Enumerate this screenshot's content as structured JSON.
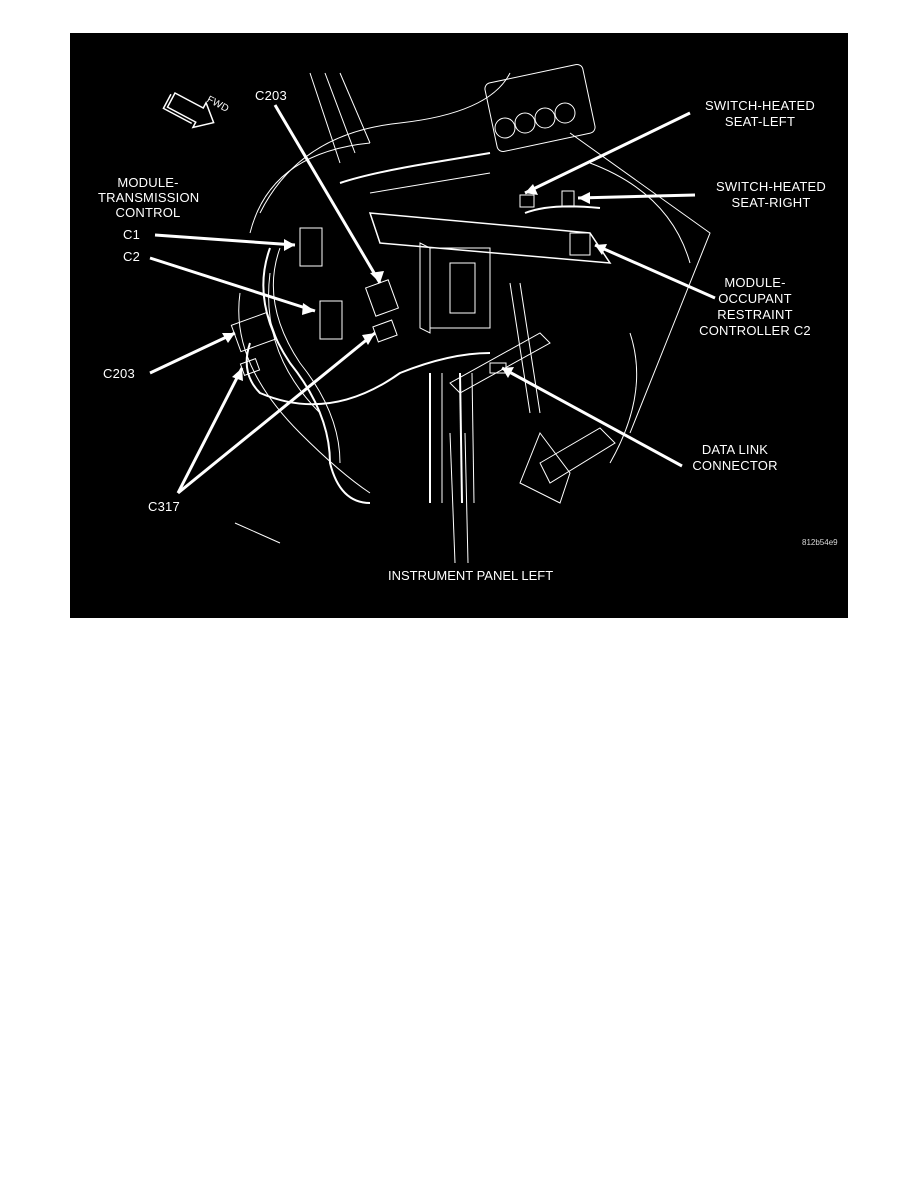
{
  "figure": {
    "caption": "INSTRUMENT PANEL LEFT",
    "image_code": "812b54e9",
    "direction_indicator": "FWD",
    "background_color": "#000000",
    "line_color": "#ffffff"
  },
  "callouts": {
    "c203_top": "C203",
    "module_tcm": [
      "MODULE-",
      "TRANSMISSION",
      "CONTROL"
    ],
    "c1": "C1",
    "c2": "C2",
    "c203_left": "C203",
    "c317": "C317",
    "switch_left": [
      "SWITCH-HEATED",
      "SEAT-LEFT"
    ],
    "switch_right": [
      "SWITCH-HEATED",
      "SEAT-RIGHT"
    ],
    "orc": [
      "MODULE-",
      "OCCUPANT",
      "RESTRAINT",
      "CONTROLLER C2"
    ],
    "dlc": [
      "DATA LINK",
      "CONNECTOR"
    ]
  }
}
